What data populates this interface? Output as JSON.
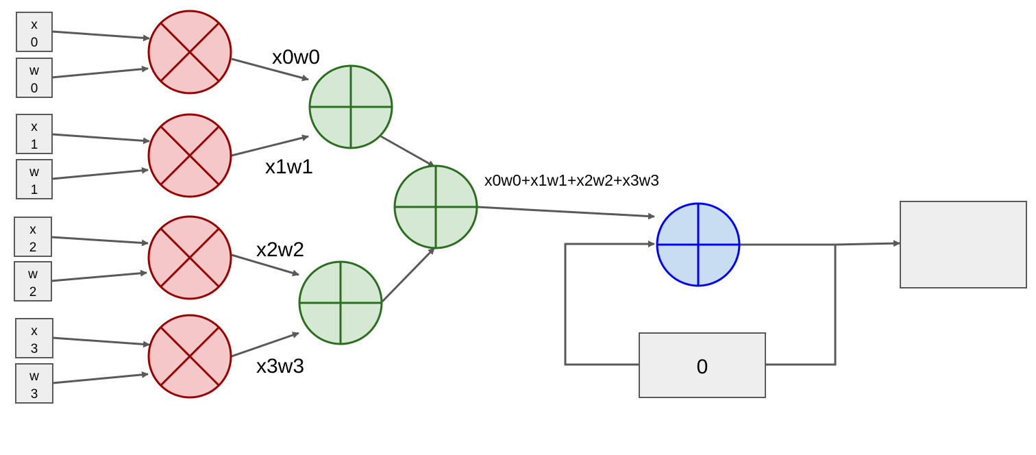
{
  "inputs": [
    {
      "x_top": "x",
      "x_bottom": "0",
      "w_top": "w",
      "w_bottom": "0"
    },
    {
      "x_top": "x",
      "x_bottom": "1",
      "w_top": "w",
      "w_bottom": "1"
    },
    {
      "x_top": "x",
      "x_bottom": "2",
      "w_top": "w",
      "w_bottom": "2"
    },
    {
      "x_top": "x",
      "x_bottom": "3",
      "w_top": "w",
      "w_bottom": "3"
    }
  ],
  "products": [
    "x0w0",
    "x1w1",
    "x2w2",
    "x3w3"
  ],
  "sum_label": "x0w0+x1w1+x2w2+x3w3",
  "register_value": "0",
  "output_value": "",
  "colors": {
    "multiply_fill": "#f4c7c9",
    "multiply_stroke": "#990000",
    "add_fill": "#d5e8d4",
    "add_stroke": "#2b6e1f",
    "accumulator_fill": "#c9ddf1",
    "accumulator_stroke": "#0000ff",
    "box_fill": "#eeeeee",
    "box_stroke": "#595959",
    "wire": "#595959"
  },
  "icons": {
    "multiply": "circled-times-icon",
    "add": "circled-plus-icon"
  }
}
